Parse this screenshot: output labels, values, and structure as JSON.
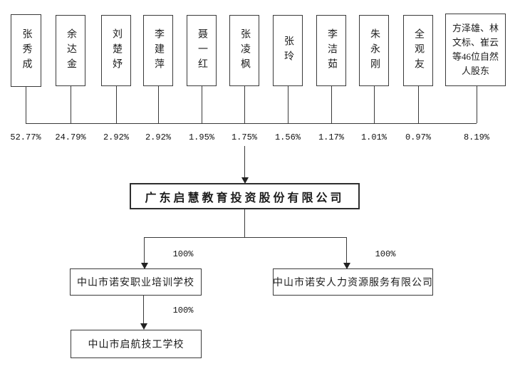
{
  "shareholders": [
    {
      "name": "张秀成",
      "percent": "52.77%"
    },
    {
      "name": "余达金",
      "percent": "24.79%"
    },
    {
      "name": "刘楚妤",
      "percent": "2.92%"
    },
    {
      "name": "李建萍",
      "percent": "2.92%"
    },
    {
      "name": "聂一红",
      "percent": "1.95%"
    },
    {
      "name": "张凌枫",
      "percent": "1.75%"
    },
    {
      "name": "张玲",
      "percent": "1.56%"
    },
    {
      "name": "李洁茹",
      "percent": "1.17%"
    },
    {
      "name": "朱永刚",
      "percent": "1.01%"
    },
    {
      "name": "全观友",
      "percent": "0.97%"
    },
    {
      "name": "方泽雄、林文标、崔云等46位自然人股东",
      "percent": "8.19%"
    }
  ],
  "company": {
    "name": "广东启慧教育投资股份有限公司"
  },
  "subsidiaries": [
    {
      "name": "中山市诺安职业培训学校",
      "ownership": "100%"
    },
    {
      "name": "中山市诺安人力资源服务有限公司",
      "ownership": "100%"
    },
    {
      "name": "中山市启航技工学校",
      "ownership": "100%"
    }
  ],
  "colors": {
    "line": "#3a3a3a",
    "text": "#1c1c1c",
    "background": "#ffffff"
  }
}
